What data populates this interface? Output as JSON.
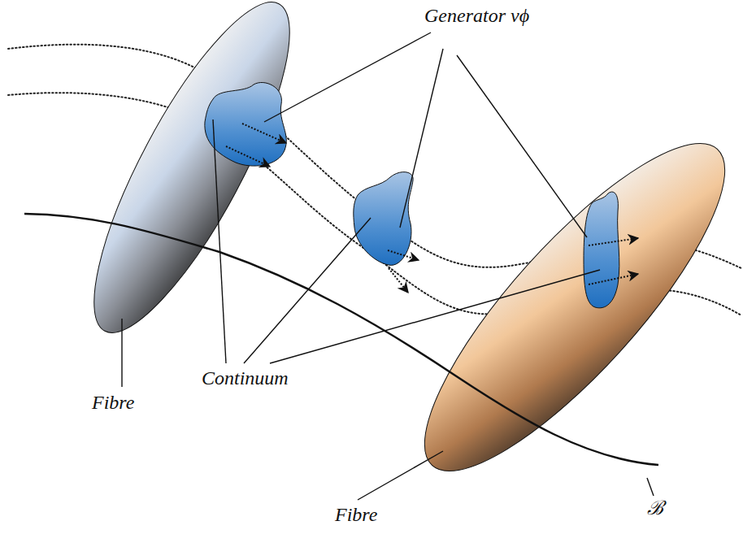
{
  "diagram": {
    "labels": [
      "Generator vϕ",
      "Continuum",
      "Fibre",
      "Fibre",
      "ℬ"
    ]
  }
}
